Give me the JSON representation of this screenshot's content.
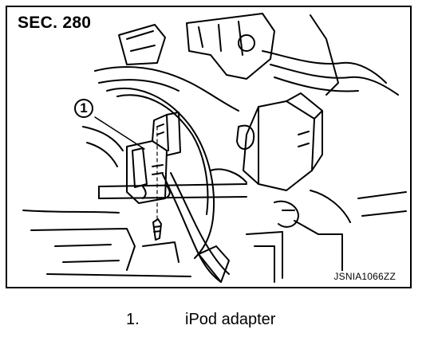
{
  "figure": {
    "section_label": "SEC. 280",
    "figure_id": "JSNIA1066ZZ",
    "callout_number": "1"
  },
  "legend": {
    "items": [
      {
        "number": "1.",
        "text": "iPod adapter"
      }
    ]
  }
}
